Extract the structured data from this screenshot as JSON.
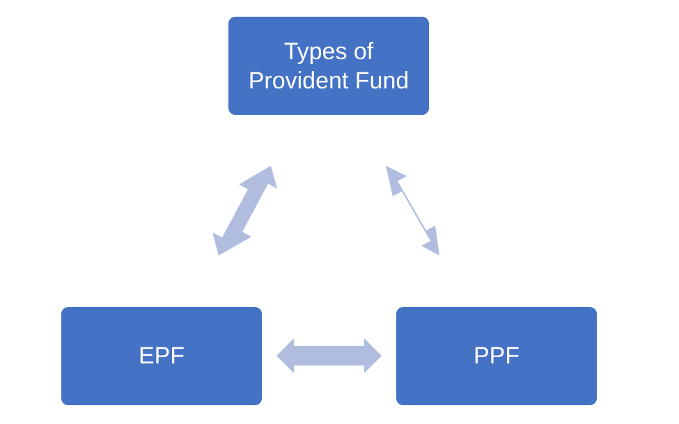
{
  "nodes": {
    "top": {
      "line1": "Types of",
      "line2": "Provident Fund"
    },
    "left": {
      "label": "EPF"
    },
    "right": {
      "label": "PPF"
    }
  },
  "colors": {
    "box_fill": "#4472c4",
    "box_text": "#ffffff",
    "arrow_fill": "#b0bddf"
  }
}
